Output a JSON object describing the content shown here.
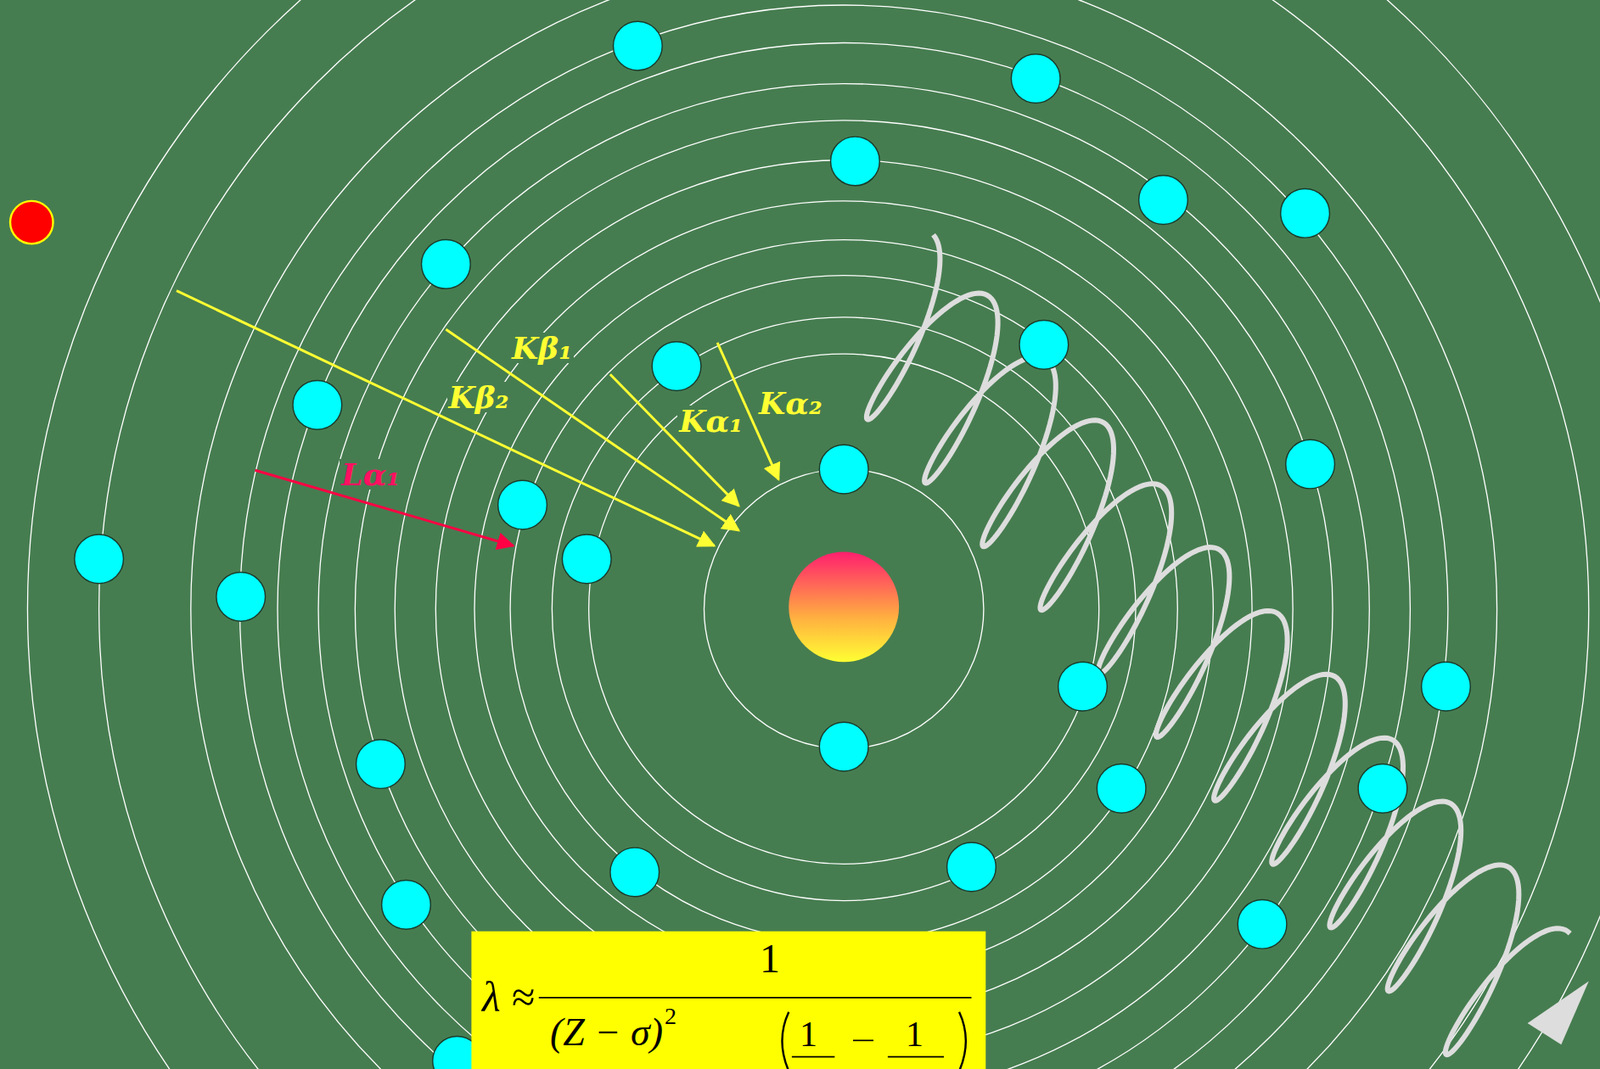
{
  "diagram": {
    "labels": [
      "Kβ₁",
      "Kβ₂",
      "Kα₁",
      "Kα₂",
      "Lα₁",
      "λ ≈",
      "1",
      "(Z − σ)",
      "2",
      "1",
      "1"
    ]
  }
}
